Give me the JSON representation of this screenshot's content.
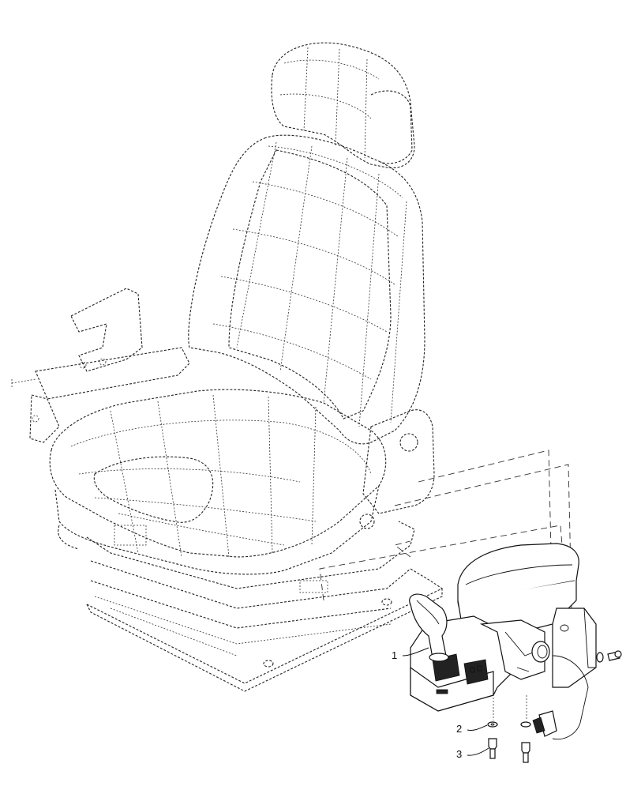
{
  "callouts": [
    {
      "id": "1",
      "label": "1"
    },
    {
      "id": "2",
      "label": "2"
    },
    {
      "id": "3",
      "label": "3"
    }
  ],
  "colors": {
    "line": "#111111",
    "background": "#ffffff"
  },
  "icons": [
    "seat-outline",
    "armrest-joystick-console",
    "washer",
    "bolt",
    "connector"
  ]
}
